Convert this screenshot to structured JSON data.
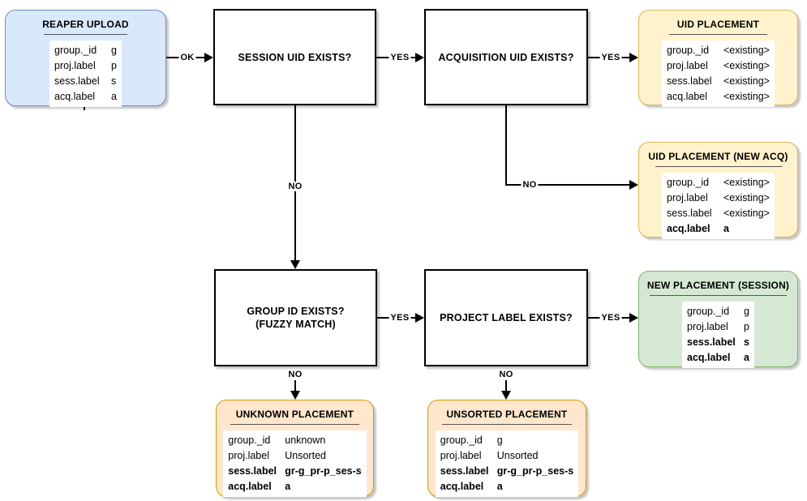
{
  "palette": {
    "blue_fill": "#dae8fc",
    "blue_border": "#6c8ebf",
    "yellow_fill": "#fff2cc",
    "yellow_border": "#d6b656",
    "green_fill": "#d5e8d4",
    "green_border": "#82b366",
    "orange_fill": "#ffe6cc",
    "orange_border": "#d79b00",
    "line_color": "#000000"
  },
  "nodes": {
    "reaper_upload": {
      "title": "REAPER UPLOAD",
      "rows": [
        {
          "label": "group._id",
          "value": "g"
        },
        {
          "label": "proj.label",
          "value": "p"
        },
        {
          "label": "sess.label",
          "value": "s"
        },
        {
          "label": "acq.label",
          "value": "a"
        }
      ]
    },
    "session_uid_exists": {
      "title": "SESSION UID EXISTS?"
    },
    "acquisition_uid_exists": {
      "title": "ACQUISITION UID EXISTS?"
    },
    "group_id_exists": {
      "title_line1": "GROUP ID EXISTS?",
      "title_line2": "(FUZZY MATCH)"
    },
    "project_label_exists": {
      "title": "PROJECT LABEL EXISTS?"
    },
    "uid_placement": {
      "title": "UID PLACEMENT",
      "rows": [
        {
          "label": "group._id",
          "value": "<existing>"
        },
        {
          "label": "proj.label",
          "value": "<existing>"
        },
        {
          "label": "sess.label",
          "value": "<existing>"
        },
        {
          "label": "acq.label",
          "value": "<existing>"
        }
      ]
    },
    "uid_placement_new_acq": {
      "title": "UID PLACEMENT (NEW ACQ)",
      "rows": [
        {
          "label": "group._id",
          "value": "<existing>"
        },
        {
          "label": "proj.label",
          "value": "<existing>"
        },
        {
          "label": "sess.label",
          "value": "<existing>"
        },
        {
          "label": "acq.label",
          "value": "a"
        }
      ]
    },
    "new_placement_session": {
      "title": "NEW PLACEMENT (SESSION)",
      "rows": [
        {
          "label": "group._id",
          "value": "g"
        },
        {
          "label": "proj.label",
          "value": "p"
        },
        {
          "label": "sess.label",
          "value": "s"
        },
        {
          "label": "acq.label",
          "value": "a"
        }
      ]
    },
    "unknown_placement": {
      "title": "UNKNOWN PLACEMENT",
      "rows": [
        {
          "label": "group._id",
          "value": "unknown"
        },
        {
          "label": "proj.label",
          "value": "Unsorted"
        },
        {
          "label": "sess.label",
          "value": "gr-g_pr-p_ses-s"
        },
        {
          "label": "acq.label",
          "value": "a"
        }
      ]
    },
    "unsorted_placement": {
      "title": "UNSORTED PLACEMENT",
      "rows": [
        {
          "label": "group._id",
          "value": "g"
        },
        {
          "label": "proj.label",
          "value": "Unsorted"
        },
        {
          "label": "sess.label",
          "value": "gr-g_pr-p_ses-s"
        },
        {
          "label": "acq.label",
          "value": "a"
        }
      ]
    }
  },
  "edges": {
    "ok": {
      "label": "OK"
    },
    "session_yes": {
      "label": "YES"
    },
    "acquisition_yes": {
      "label": "YES"
    },
    "session_no": {
      "label": "NO"
    },
    "acquisition_no": {
      "label": "NO"
    },
    "group_yes": {
      "label": "YES"
    },
    "project_yes": {
      "label": "YES"
    },
    "group_no": {
      "label": "NO"
    },
    "project_no": {
      "label": "NO"
    }
  }
}
